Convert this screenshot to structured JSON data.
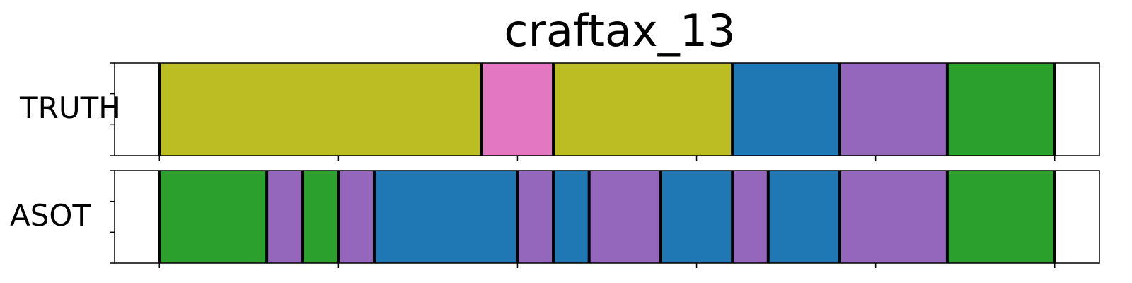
{
  "chart_data": {
    "type": "segmentation",
    "title": "craftax_13",
    "xlim": [
      0,
      1.1
    ],
    "colors": {
      "olive": "#bcbd22",
      "pink": "#e377c2",
      "blue": "#1f77b4",
      "purple": "#9467bd",
      "green": "#2ca02c"
    },
    "rows": [
      {
        "label": "TRUTH",
        "boundaries": [
          0.05,
          0.41,
          0.49,
          0.69,
          0.81,
          0.93,
          1.05
        ],
        "segments": [
          {
            "start": 0.05,
            "end": 0.41,
            "color": "olive"
          },
          {
            "start": 0.41,
            "end": 0.49,
            "color": "pink"
          },
          {
            "start": 0.49,
            "end": 0.69,
            "color": "olive"
          },
          {
            "start": 0.69,
            "end": 0.81,
            "color": "blue"
          },
          {
            "start": 0.81,
            "end": 0.93,
            "color": "purple"
          },
          {
            "start": 0.93,
            "end": 1.05,
            "color": "green"
          }
        ]
      },
      {
        "label": "ASOT",
        "boundaries": [
          0.05,
          0.17,
          0.21,
          0.25,
          0.29,
          0.45,
          0.49,
          0.53,
          0.61,
          0.69,
          0.73,
          0.81,
          0.93,
          1.05
        ],
        "segments": [
          {
            "start": 0.05,
            "end": 0.17,
            "color": "green"
          },
          {
            "start": 0.17,
            "end": 0.21,
            "color": "purple"
          },
          {
            "start": 0.21,
            "end": 0.25,
            "color": "green"
          },
          {
            "start": 0.25,
            "end": 0.29,
            "color": "purple"
          },
          {
            "start": 0.29,
            "end": 0.45,
            "color": "blue"
          },
          {
            "start": 0.45,
            "end": 0.49,
            "color": "purple"
          },
          {
            "start": 0.49,
            "end": 0.53,
            "color": "blue"
          },
          {
            "start": 0.53,
            "end": 0.61,
            "color": "purple"
          },
          {
            "start": 0.61,
            "end": 0.69,
            "color": "blue"
          },
          {
            "start": 0.69,
            "end": 0.73,
            "color": "purple"
          },
          {
            "start": 0.73,
            "end": 0.81,
            "color": "blue"
          },
          {
            "start": 0.81,
            "end": 0.93,
            "color": "purple"
          },
          {
            "start": 0.93,
            "end": 1.05,
            "color": "green"
          }
        ]
      }
    ],
    "xticks": [
      0.05,
      0.25,
      0.45,
      0.65,
      0.85,
      1.05
    ],
    "yticks_per_row": 4
  }
}
